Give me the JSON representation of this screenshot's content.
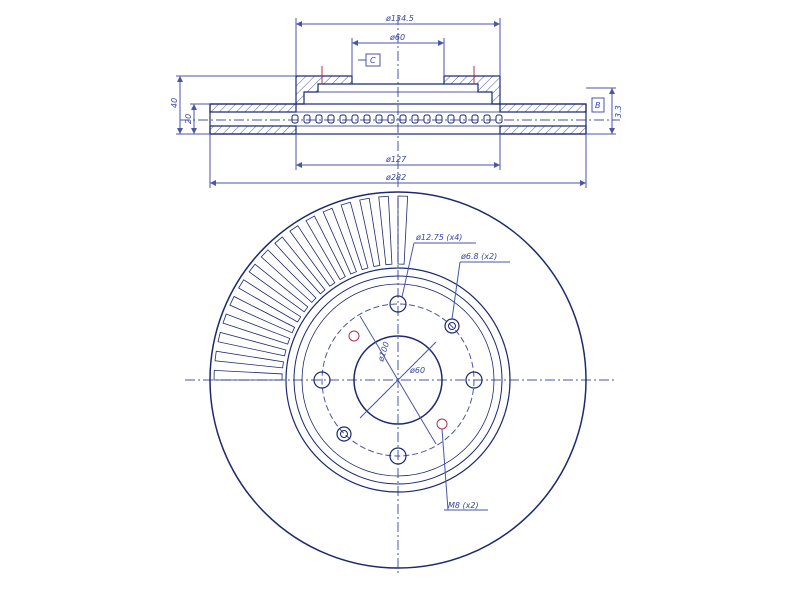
{
  "side_view": {
    "dim_outer_hat": "ø134.5",
    "dim_bore_top": "ø60",
    "box_c": "C",
    "dim_height": "40",
    "dim_thickness": "20",
    "box_b": "B",
    "dim_right": "3.3",
    "dim_inner": "ø127",
    "dim_overall": "ø282"
  },
  "front_view": {
    "callout_holes": "ø12.75 (x4)",
    "callout_pins": "ø6.8 (x2)",
    "dim_pcd": "ø100",
    "dim_center_bore": "ø60",
    "callout_threads": "M8 (x2)"
  },
  "colors": {
    "line": "#1c2a6e",
    "dimension": "#4a56a8",
    "accent": "#b03050"
  }
}
